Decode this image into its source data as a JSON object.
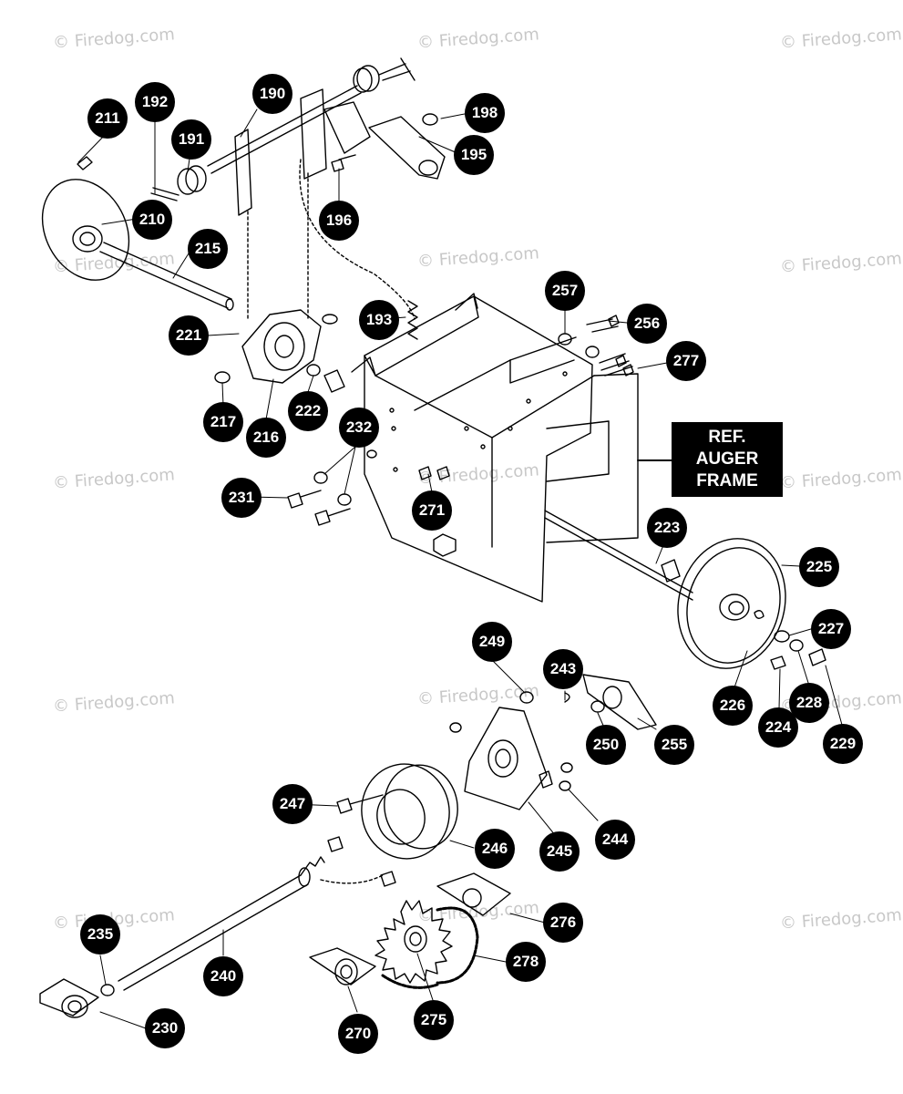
{
  "watermark": "© Firedog.com",
  "ref_box": {
    "lines": [
      "REF.",
      "AUGER",
      "FRAME"
    ]
  },
  "callouts": {
    "c211": "211",
    "c192": "192",
    "c191": "191",
    "c190": "190",
    "c198": "198",
    "c195": "195",
    "c196": "196",
    "c210": "210",
    "c215": "215",
    "c257": "257",
    "c256": "256",
    "c277": "277",
    "c193": "193",
    "c221": "221",
    "c217": "217",
    "c216": "216",
    "c222": "222",
    "c232": "232",
    "c231": "231",
    "c271": "271",
    "c223": "223",
    "c225": "225",
    "c227": "227",
    "c249": "249",
    "c243": "243",
    "c250": "250",
    "c255": "255",
    "c226": "226",
    "c224": "224",
    "c228": "228",
    "c229": "229",
    "c247": "247",
    "c246": "246",
    "c245": "245",
    "c244": "244",
    "c276": "276",
    "c235": "235",
    "c240": "240",
    "c278": "278",
    "c230": "230",
    "c270": "270",
    "c275": "275"
  }
}
